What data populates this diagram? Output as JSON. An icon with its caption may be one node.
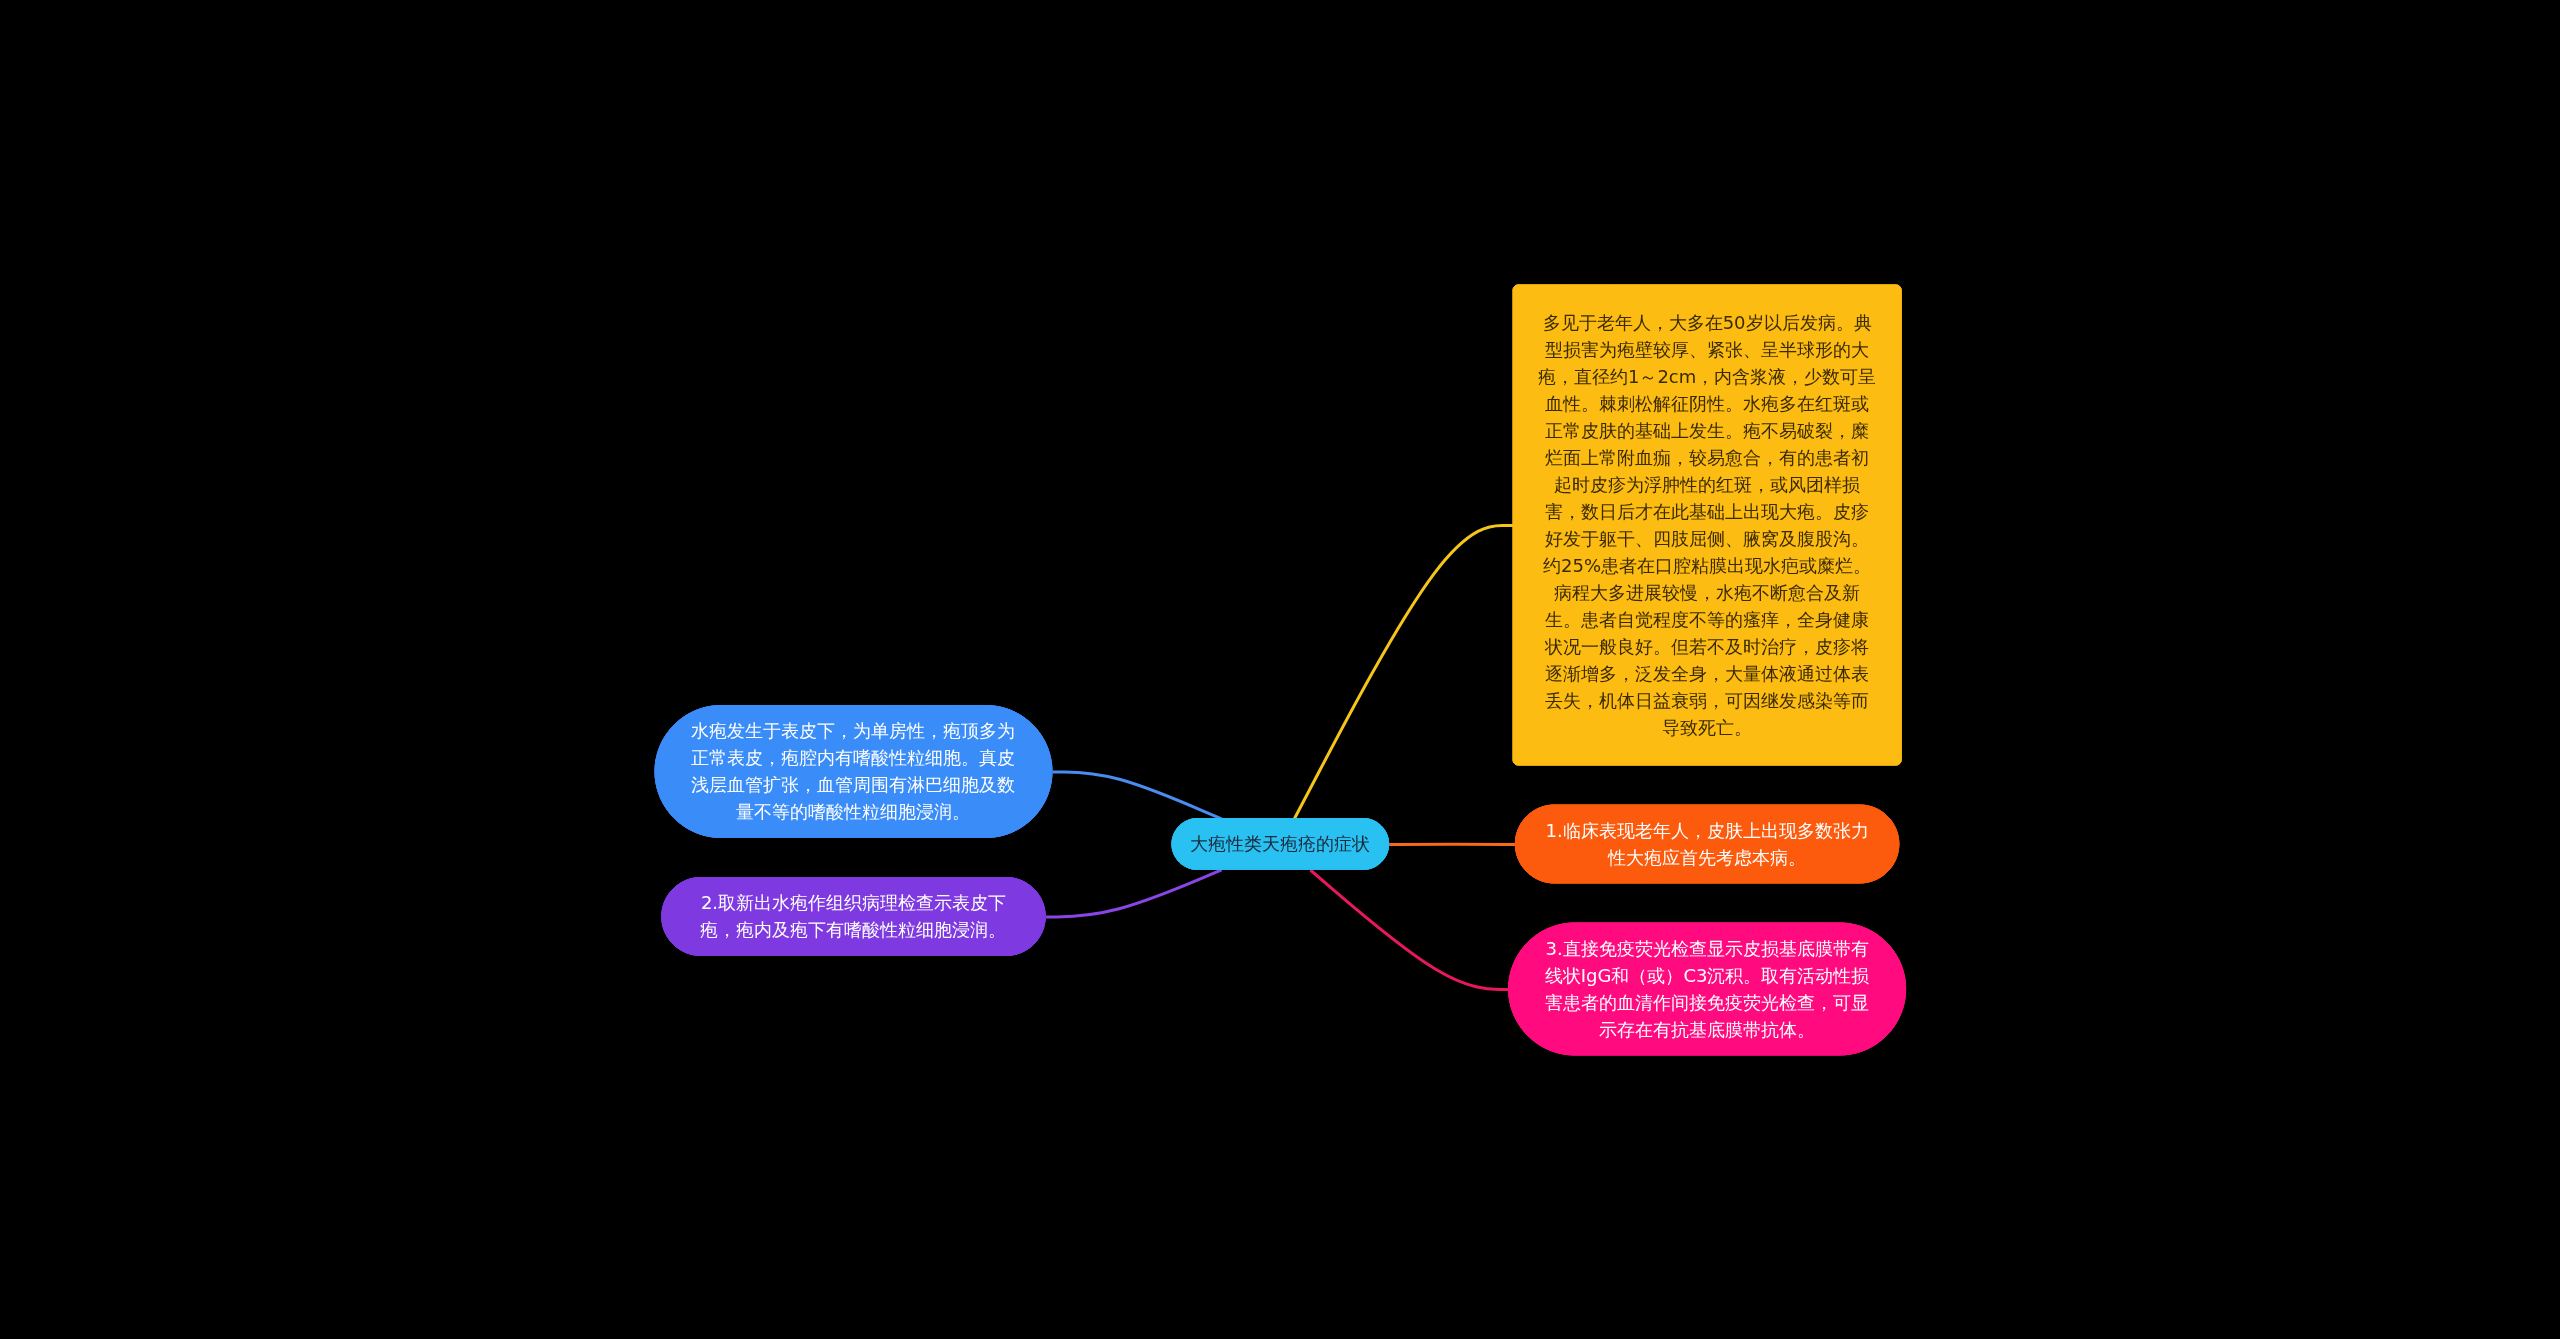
{
  "diagram": {
    "nodes": [
      {
        "text": [
          "大疱性类天疱疮的症状"
        ]
      },
      {
        "text": [
          "多见于老年人，大多在50岁以后发病。典型损害为疱壁较厚、紧张、呈半球形的大疱，直径约1～2cm，内含浆液，少数可呈血性。棘刺松解征阴性。水疱多在红斑或正常皮肤的基础上发生。疱不易破裂，糜烂面上常附血痂，较易愈合，有的患者初起时皮疹为浮肿性的红斑，或风团样损害，数日后才在此基础上出现大疱。皮疹好发于躯干、四肢屈侧、腋窝及腹股沟。约25%患者在口腔粘膜出现水疤或糜烂。病程大多进展较慢，水疱不断愈合及新生。患者自觉程度不等的瘙痒，全身健康状况一般良好。但若不及时治疗，皮疹将逐渐增多，泛发全身，大量体液通过体表丢失，机体日益衰弱，可因继发感染等而导致死亡。"
        ]
      },
      {
        "text": [
          "水疱发生于表皮下，为单房性，疱顶多为正常表皮，疱腔内有嗜酸性粒细胞。真皮浅层血管扩张，血管周围有淋巴细胞及数量不等的嗜酸性粒细胞浸润。"
        ]
      },
      {
        "text": [
          "2.取新出水疱作组织病理检查示表皮下疱，疱内及疱下有嗜酸性粒细胞浸润。"
        ]
      },
      {
        "text": [
          "1.临床表现老年人，皮肤上出现多数张力性大疱应首先考虑本病。"
        ]
      },
      {
        "text": [
          "3.直接免疫荧光检查显示皮损基底膜带有线状IgG和（或）C3沉积。取有活动性损害患者的血清作间接免疫荧光检查，可显示存在有抗基底膜带抗体。"
        ]
      }
    ],
    "edges": [
      {
        "from": 0,
        "to": 1,
        "arrow": "none",
        "color": "#f5c518"
      },
      {
        "from": 0,
        "to": 2,
        "arrow": "none",
        "color": "#4a8cf0"
      },
      {
        "from": 0,
        "to": 3,
        "arrow": "none",
        "color": "#8a45e6"
      },
      {
        "from": 0,
        "to": 4,
        "arrow": "none",
        "color": "#f26a1a"
      },
      {
        "from": 0,
        "to": 5,
        "arrow": "none",
        "color": "#e8185f"
      }
    ]
  }
}
